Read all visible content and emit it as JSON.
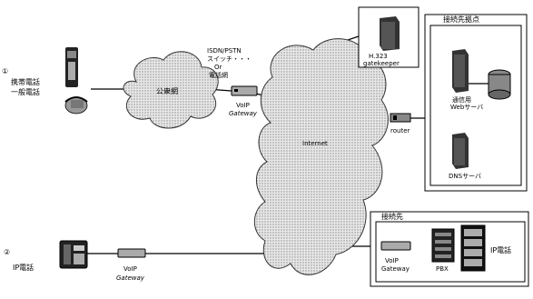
{
  "diagram": {
    "left_site": {
      "number": "①",
      "line1": "携帯電話",
      "line2": "一般電話",
      "network": "公衆網",
      "pstn_box_line1": "ISDN/PSTN",
      "pstn_box_line2": "スイッチ・・・",
      "pstn_box_line3": "Or",
      "pstn_box_line4": "電話網"
    },
    "voip_gateway_top": {
      "line1": "VoIP",
      "line2": "Gateway"
    },
    "internet": "Internet",
    "h323_gatekeeper": {
      "line1": "H.323",
      "line2": "gatekeeper"
    },
    "router": "router",
    "right_top_group": {
      "title": "接続先拠点",
      "server1_line1": "通信用",
      "server1_line2": "Webサーバ",
      "server2": "DNSサーバ"
    },
    "bottom_left_site": {
      "number": "②",
      "label": "IP電話",
      "gateway_line1": "VoIP",
      "gateway_line2": "Gateway"
    },
    "right_bottom_group": {
      "title": "接続先",
      "gateway_line1": "VoIP",
      "gateway_line2": "Gateway",
      "pbx": "PBX",
      "phone": "IP電話"
    }
  }
}
